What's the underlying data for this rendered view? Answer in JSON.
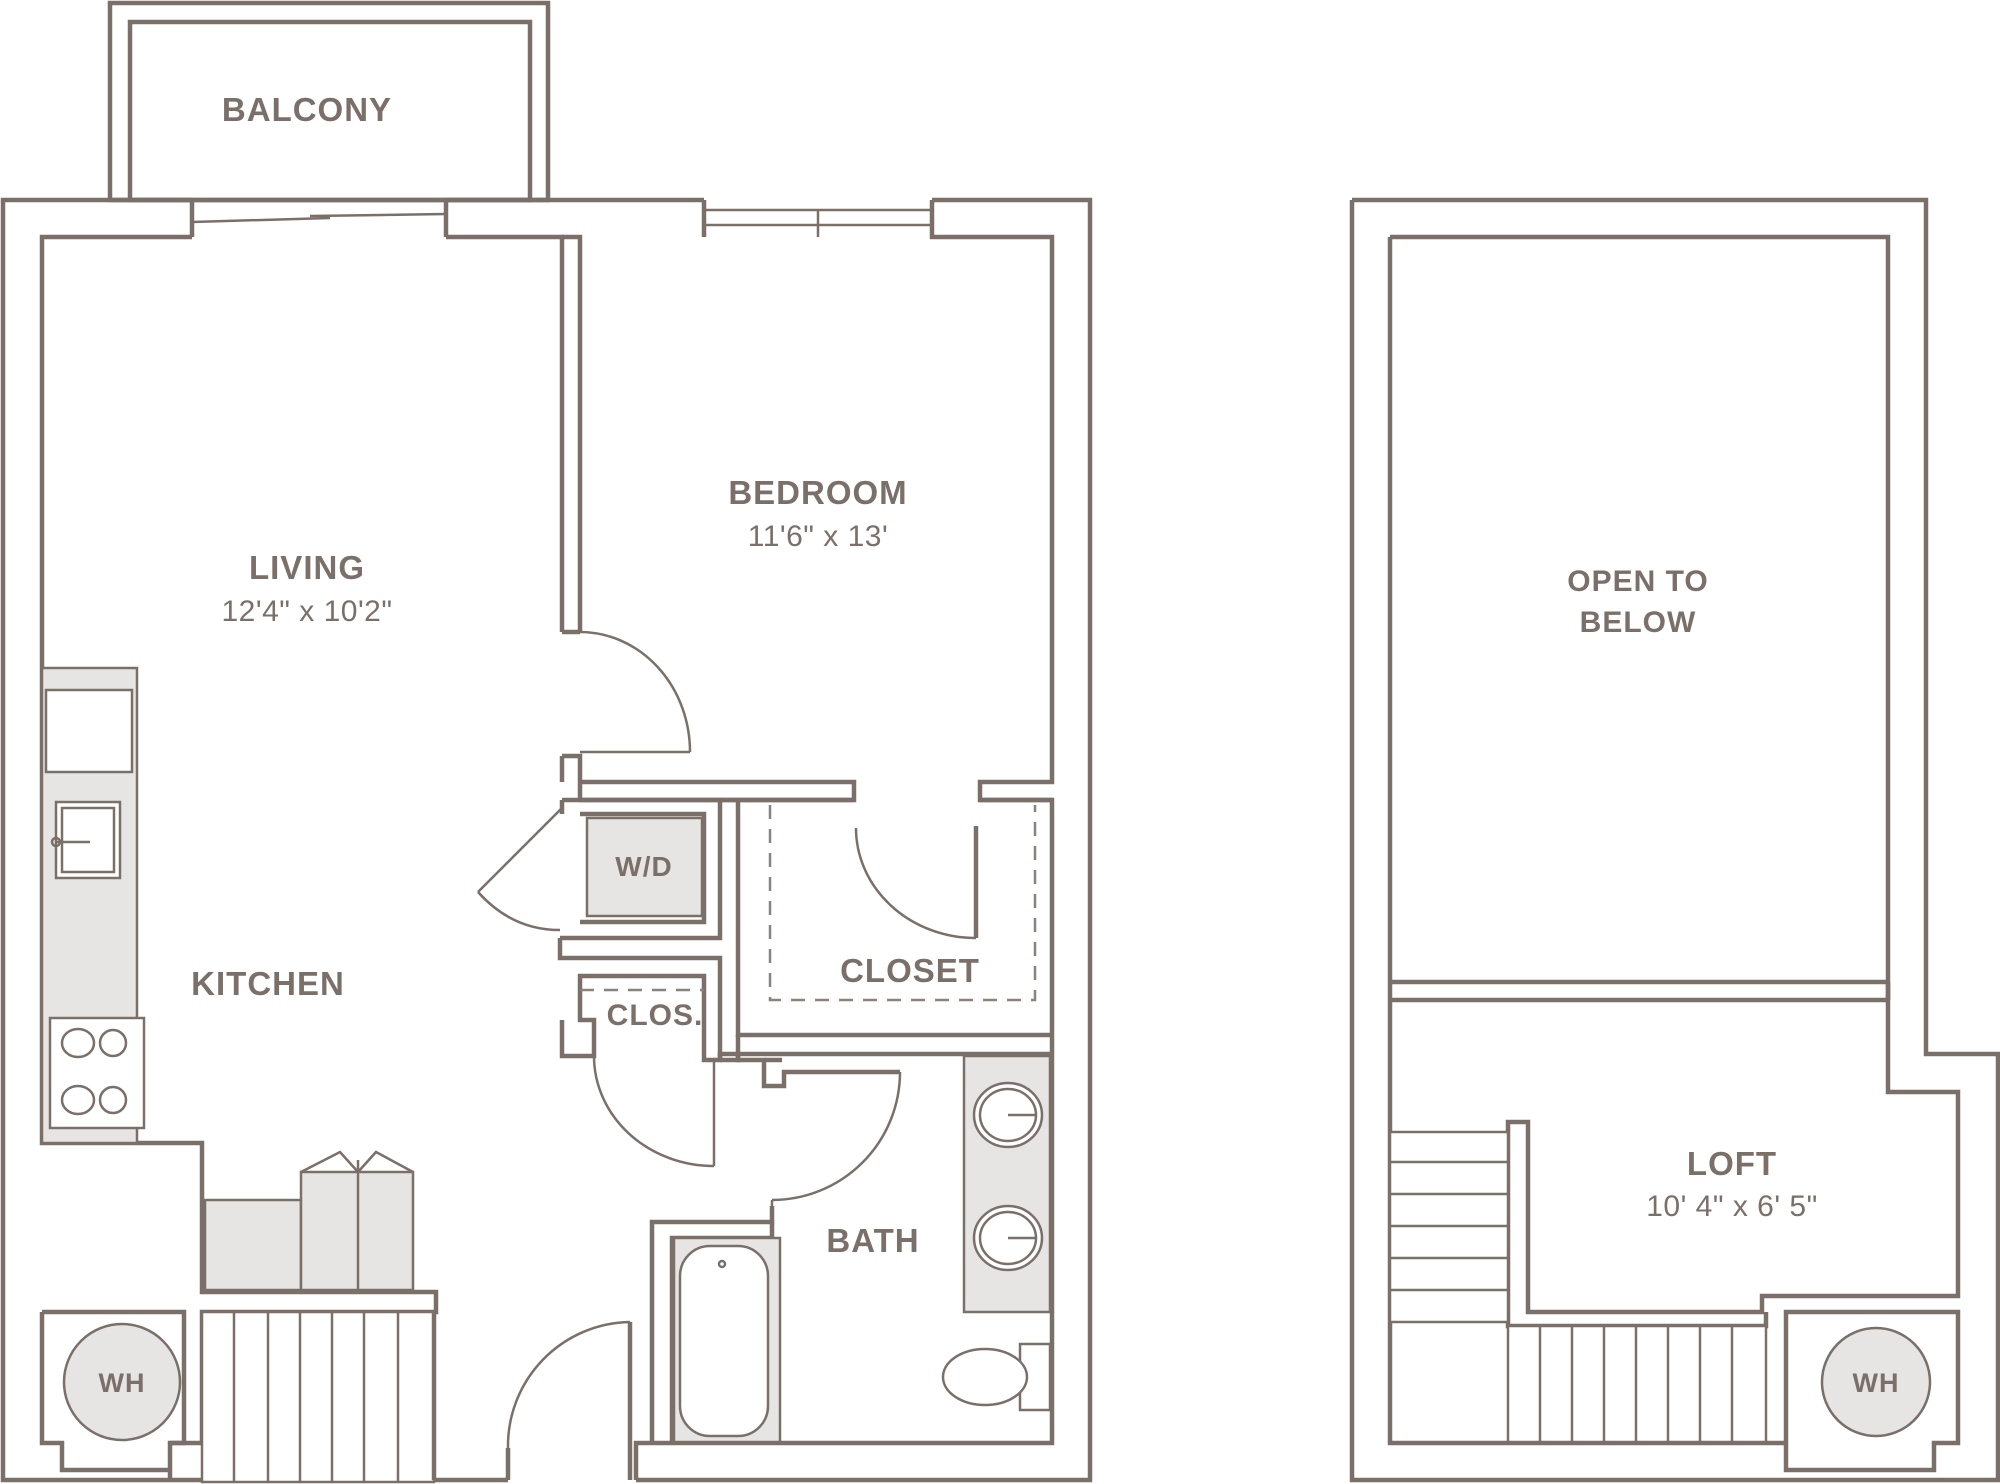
{
  "rooms": {
    "balcony": {
      "name": "BALCONY"
    },
    "living": {
      "name": "LIVING",
      "size": "12'4\" x 10'2\""
    },
    "bedroom": {
      "name": "BEDROOM",
      "size": "11'6\" x 13'"
    },
    "kitchen": {
      "name": "KITCHEN"
    },
    "wd": {
      "name": "W/D"
    },
    "clos": {
      "name": "CLOS."
    },
    "closet": {
      "name": "CLOSET"
    },
    "bath": {
      "name": "BATH"
    },
    "wh_left": {
      "name": "WH"
    },
    "open_to_below": {
      "line1": "OPEN TO",
      "line2": "BELOW"
    },
    "loft": {
      "name": "LOFT",
      "size": "10' 4\" x 6' 5\""
    },
    "wh_right": {
      "name": "WH"
    }
  },
  "colors": {
    "wall": "#7a7069",
    "fixture_fill": "#e7e5e3",
    "background": "#ffffff"
  }
}
